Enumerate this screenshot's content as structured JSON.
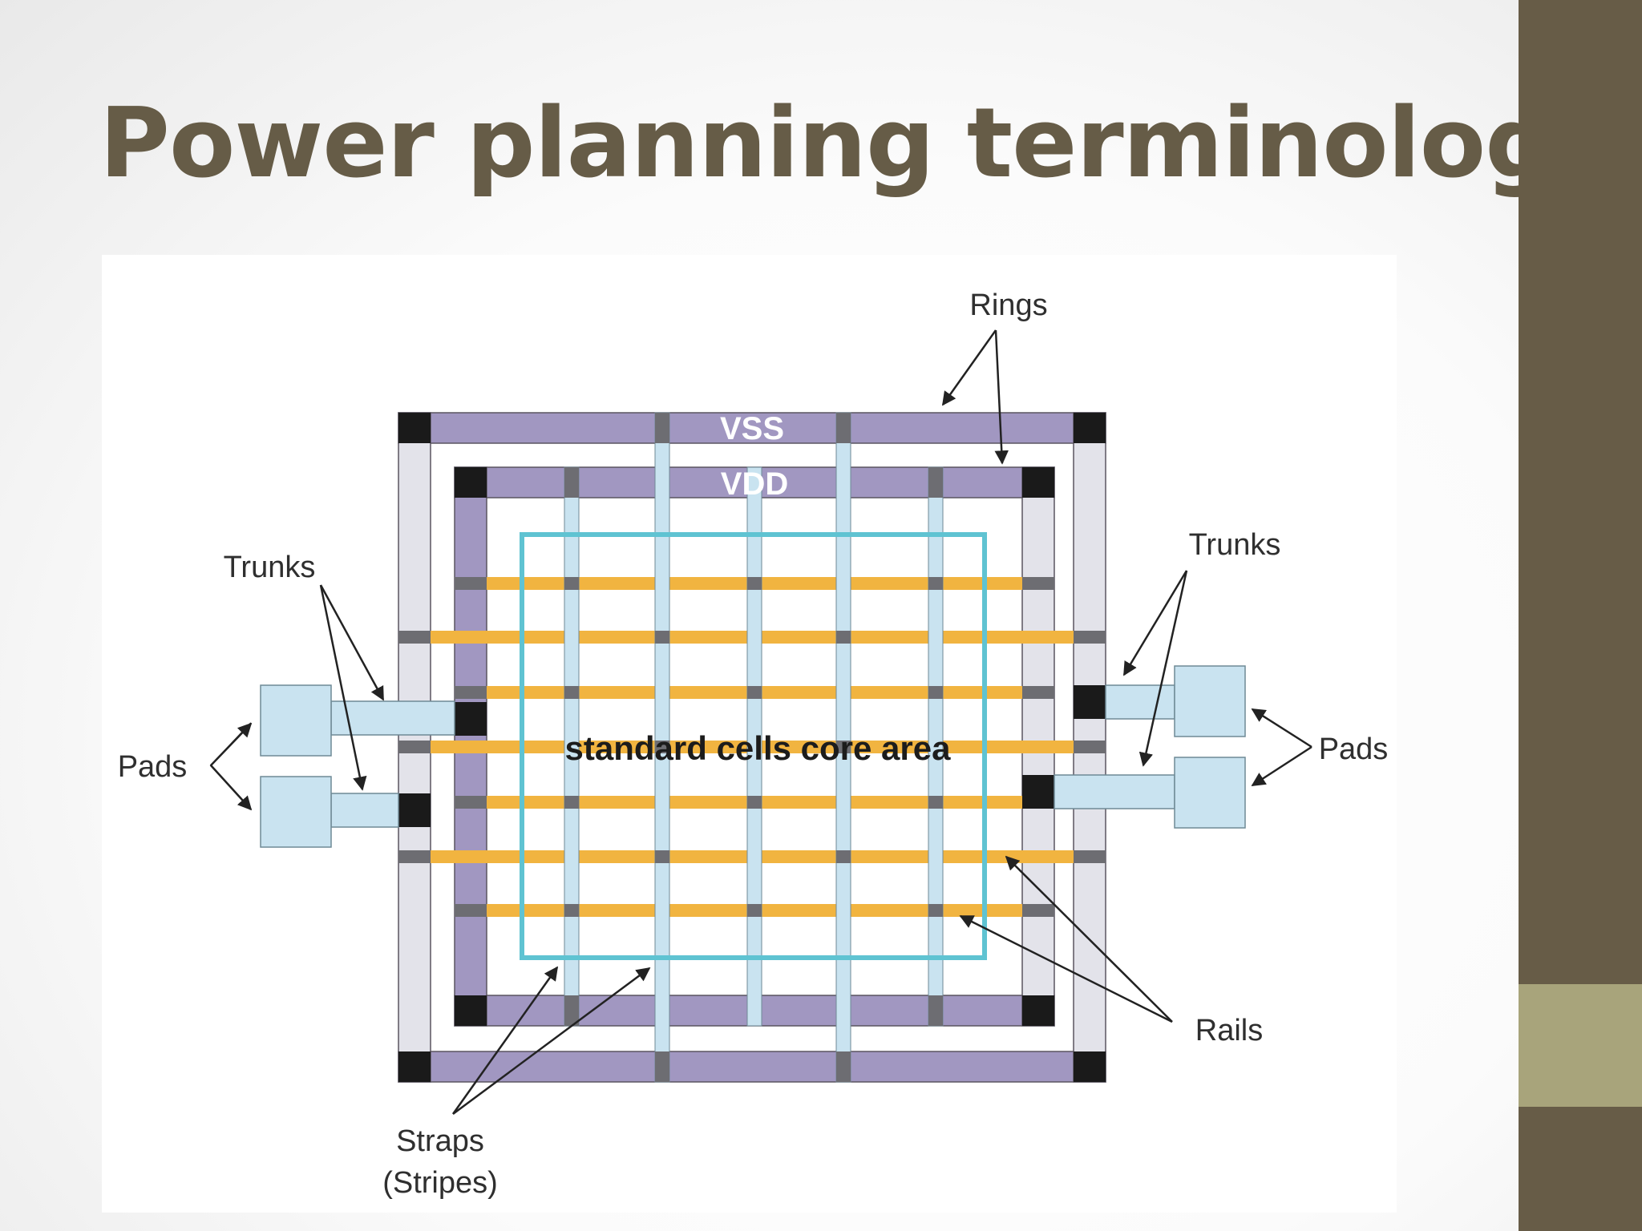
{
  "slide": {
    "title": "Power planning terminology",
    "colors": {
      "title": "#665c47",
      "sidebar_band": "#675c47",
      "sidebar_accent": "#a8a47b",
      "ring_purple": "#a197c1",
      "trunk_blue": "#c9e3f0",
      "core_outline": "#5fc3d2",
      "rail_orange": "#f1b440",
      "corner_black": "#1a1a1a"
    }
  },
  "diagram": {
    "vss_label": "VSS",
    "vdd_label": "VDD",
    "core_label": "standard cells core area",
    "labels": {
      "rings": "Rings",
      "trunks_left": "Trunks",
      "trunks_right": "Trunks",
      "pads_left": "Pads",
      "pads_right": "Pads",
      "rails": "Rails",
      "straps_line1": "Straps",
      "straps_line2": "(Stripes)"
    }
  }
}
